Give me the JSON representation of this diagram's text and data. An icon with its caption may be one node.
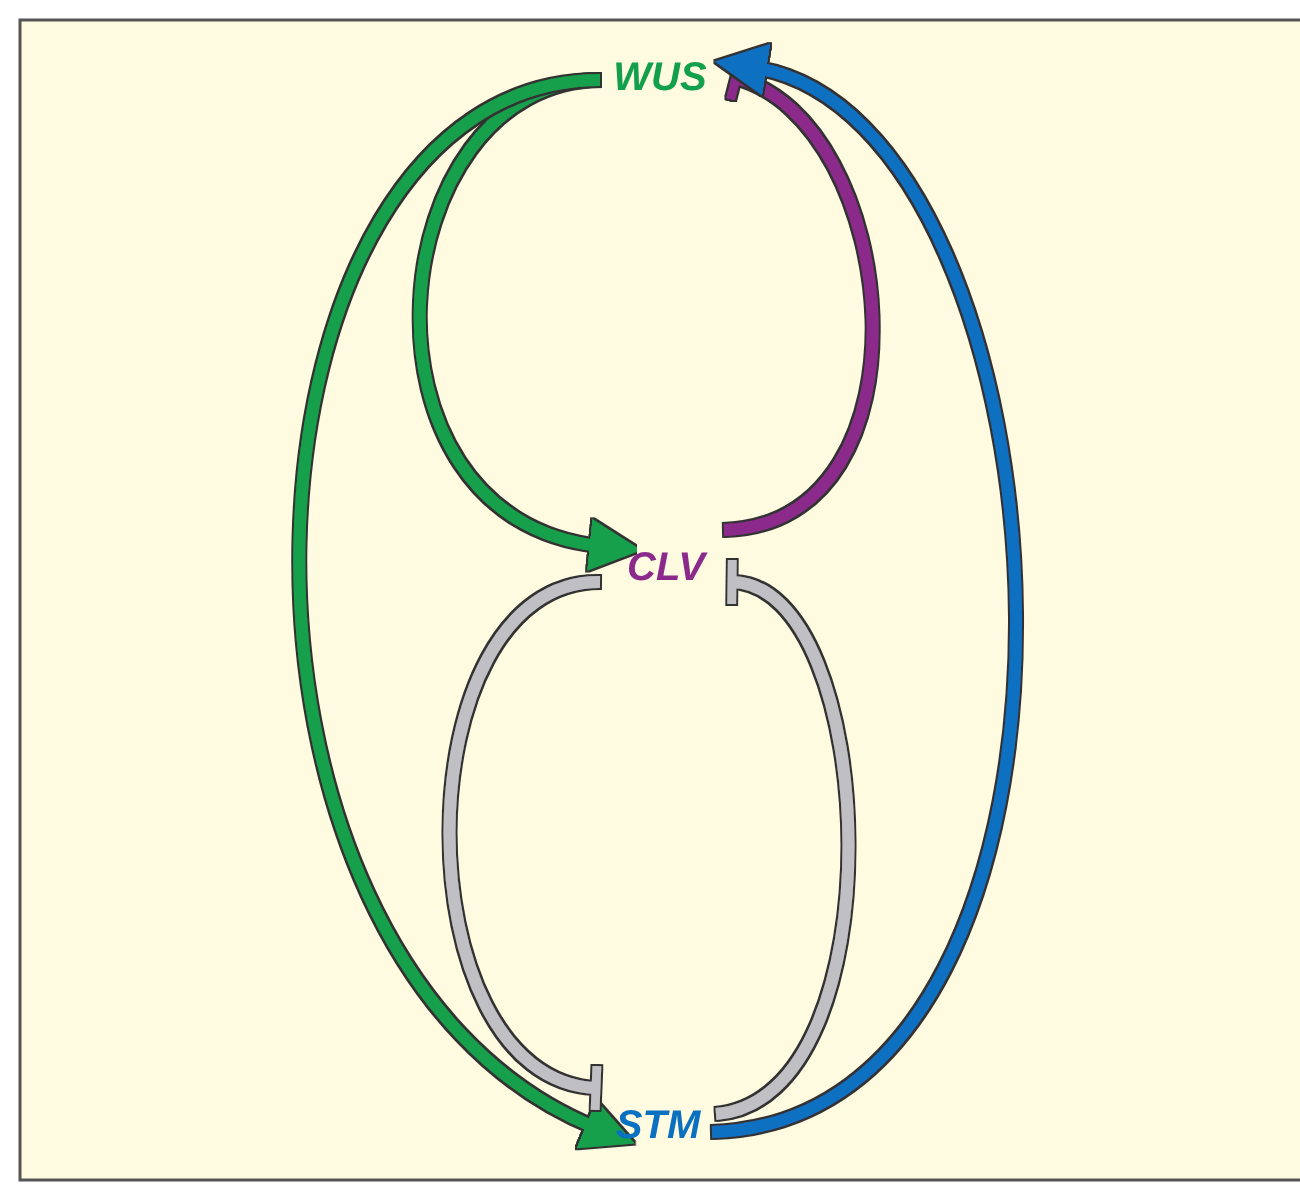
{
  "diagram": {
    "nodes": [
      {
        "text": [
          "WUS"
        ]
      },
      {
        "text": [
          "CLV"
        ]
      },
      {
        "text": [
          "STM"
        ]
      }
    ],
    "edges": [
      {
        "from": 0,
        "to": 1,
        "arrow": "to",
        "color": "#12a04c"
      },
      {
        "from": 0,
        "to": 2,
        "arrow": "to",
        "color": "#12a04c"
      },
      {
        "from": 1,
        "to": 0,
        "arrow": "other",
        "color": "#8c2a8c"
      },
      {
        "from": 2,
        "to": 0,
        "arrow": "to",
        "color": "#0a70c0"
      },
      {
        "from": 1,
        "to": 2,
        "arrow": "other",
        "color": "#c0c0c4"
      },
      {
        "from": 2,
        "to": 1,
        "arrow": "other",
        "color": "#c0c0c4"
      }
    ]
  }
}
